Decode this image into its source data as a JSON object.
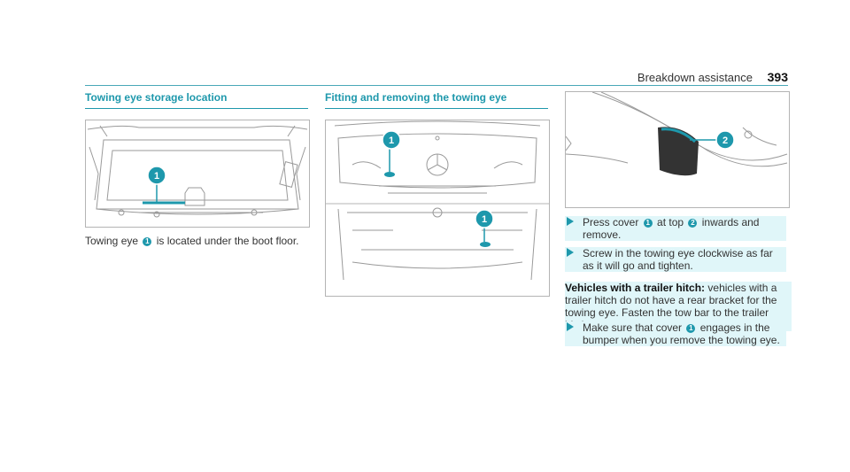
{
  "header": {
    "title": "Breakdown assistance",
    "page": "393"
  },
  "sections": {
    "storage": {
      "title": "Towing eye storage location",
      "text_pre": "Towing eye",
      "text_post": "is located under the boot floor.",
      "callout": "1"
    },
    "fitting": {
      "title": "Fitting and removing the towing eye",
      "callout_top": "1",
      "callout_bottom": "1"
    },
    "detail": {
      "callout": "2"
    }
  },
  "steps": {
    "step1": {
      "pre": "Press cover",
      "mid": "at top",
      "post": "inwards and remove.",
      "b1": "1",
      "b2": "2"
    },
    "step2": {
      "text": "Screw in the towing eye clockwise as far as it will go and tighten."
    },
    "trailer": {
      "label": "Vehicles with a trailer hitch:",
      "text": " vehicles with a trailer hitch do not have a rear bracket for the towing eye. Fasten the tow bar to the trailer hitch."
    },
    "step3": {
      "pre": "Make sure that cover",
      "post": "engages in the bumper when you remove the towing eye.",
      "b1": "1"
    }
  },
  "colors": {
    "accent": "#1e98ac",
    "highlight": "#e0f6f9"
  }
}
